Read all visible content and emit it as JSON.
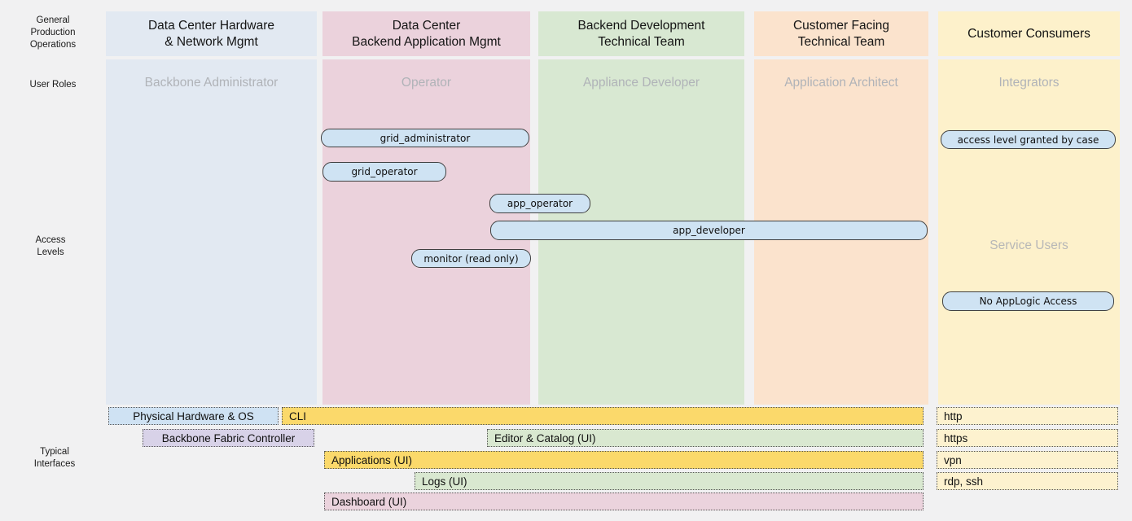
{
  "row_labels": {
    "general_production_operations": "General\nProduction\nOperations",
    "user_roles": "User Roles",
    "access_levels": "Access\nLevels",
    "typical_interfaces": "Typical\nInterfaces"
  },
  "columns": [
    {
      "header": "Data Center Hardware\n& Network Mgmt",
      "role": "Backbone Administrator",
      "color": "#e2e9f2"
    },
    {
      "header": "Data Center\nBackend Application Mgmt",
      "role": "Operator",
      "color": "#ebd2dc"
    },
    {
      "header": "Backend Development\nTechnical Team",
      "role": "Appliance Developer",
      "color": "#d8e8d2"
    },
    {
      "header": "Customer Facing\nTechnical Team",
      "role": "Application Architect",
      "color": "#fbe3cd"
    },
    {
      "header": "Customer Consumers",
      "role": "Integrators",
      "color": "#fdf1cb"
    }
  ],
  "access_levels": {
    "pills": {
      "grid_administrator": "grid_administrator",
      "grid_operator": "grid_operator",
      "app_operator": "app_operator",
      "app_developer": "app_developer",
      "monitor": "monitor (read only)",
      "granted_by_case": "access level granted by case",
      "no_applogic": "No AppLogic Access"
    },
    "service_users": "Service Users",
    "pill_fill": "#cfe3f3"
  },
  "interfaces": {
    "physical_hw": "Physical Hardware & OS",
    "cli": "CLI",
    "backbone_fabric": "Backbone Fabric Controller",
    "editor_catalog": "Editor & Catalog (UI)",
    "applications": "Applications (UI)",
    "logs": "Logs (UI)",
    "dashboard": "Dashboard (UI)",
    "http": "http",
    "https": "https",
    "vpn": "vpn",
    "rdp_ssh": "rdp, ssh",
    "bar_colors": {
      "blue": "#cfe2f3",
      "gold": "#fbd96b",
      "purple": "#d8d2e8",
      "green": "#d9e8d0",
      "pink": "#ebd3dd",
      "pale_yellow": "#fdf2cf"
    }
  }
}
